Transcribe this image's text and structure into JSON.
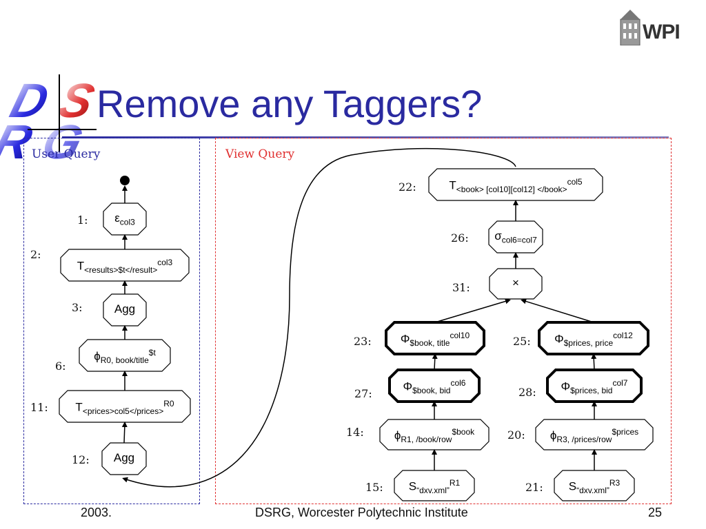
{
  "slide": {
    "title": "Remove any Taggers?",
    "logo_left": "DSRG",
    "logo_right": "WPI"
  },
  "regions": {
    "user_query": "User Query",
    "view_query": "View Query"
  },
  "user_nodes": [
    {
      "num": "1:",
      "op": "ε",
      "sub": "col3",
      "sup": ""
    },
    {
      "num": "2:",
      "op": "T",
      "sub": "<results>$t</result>",
      "sup": "col3"
    },
    {
      "num": "3:",
      "op": "Agg",
      "sub": "",
      "sup": ""
    },
    {
      "num": "6:",
      "op": "ϕ",
      "sub": "R0, book/title",
      "sup": "$t"
    },
    {
      "num": "11:",
      "op": "T",
      "sub": "<prices>col5</prices>",
      "sup": "R0"
    },
    {
      "num": "12:",
      "op": "Agg",
      "sub": "",
      "sup": ""
    }
  ],
  "view_nodes": [
    {
      "num": "22:",
      "op": "T",
      "sub": "<book> [col10][col12] </book>",
      "sup": "col5"
    },
    {
      "num": "26:",
      "op": "σ",
      "sub": "col6=col7",
      "sup": ""
    },
    {
      "num": "31:",
      "op": "×",
      "sub": "",
      "sup": ""
    },
    {
      "num": "23:",
      "op": "Φ",
      "sub": "$book, title",
      "sup": "col10"
    },
    {
      "num": "25:",
      "op": "Φ",
      "sub": "$prices, price",
      "sup": "col12"
    },
    {
      "num": "27:",
      "op": "Φ",
      "sub": "$book, bid",
      "sup": "col6"
    },
    {
      "num": "28:",
      "op": "Φ",
      "sub": "$prices, bid",
      "sup": "col7"
    },
    {
      "num": "14:",
      "op": "ϕ",
      "sub": "R1, /book/row",
      "sup": "$book"
    },
    {
      "num": "20:",
      "op": "ϕ",
      "sub": "R3, /prices/row",
      "sup": "$prices"
    },
    {
      "num": "15:",
      "op": "S",
      "sub": "“dxv.xml”",
      "sup": "R1"
    },
    {
      "num": "21:",
      "op": "S",
      "sub": "“dxv.xml”",
      "sup": "R3"
    }
  ],
  "footer": {
    "year": "2003.",
    "center": "DSRG,  Worcester Polytechnic Institute",
    "page": "25"
  }
}
